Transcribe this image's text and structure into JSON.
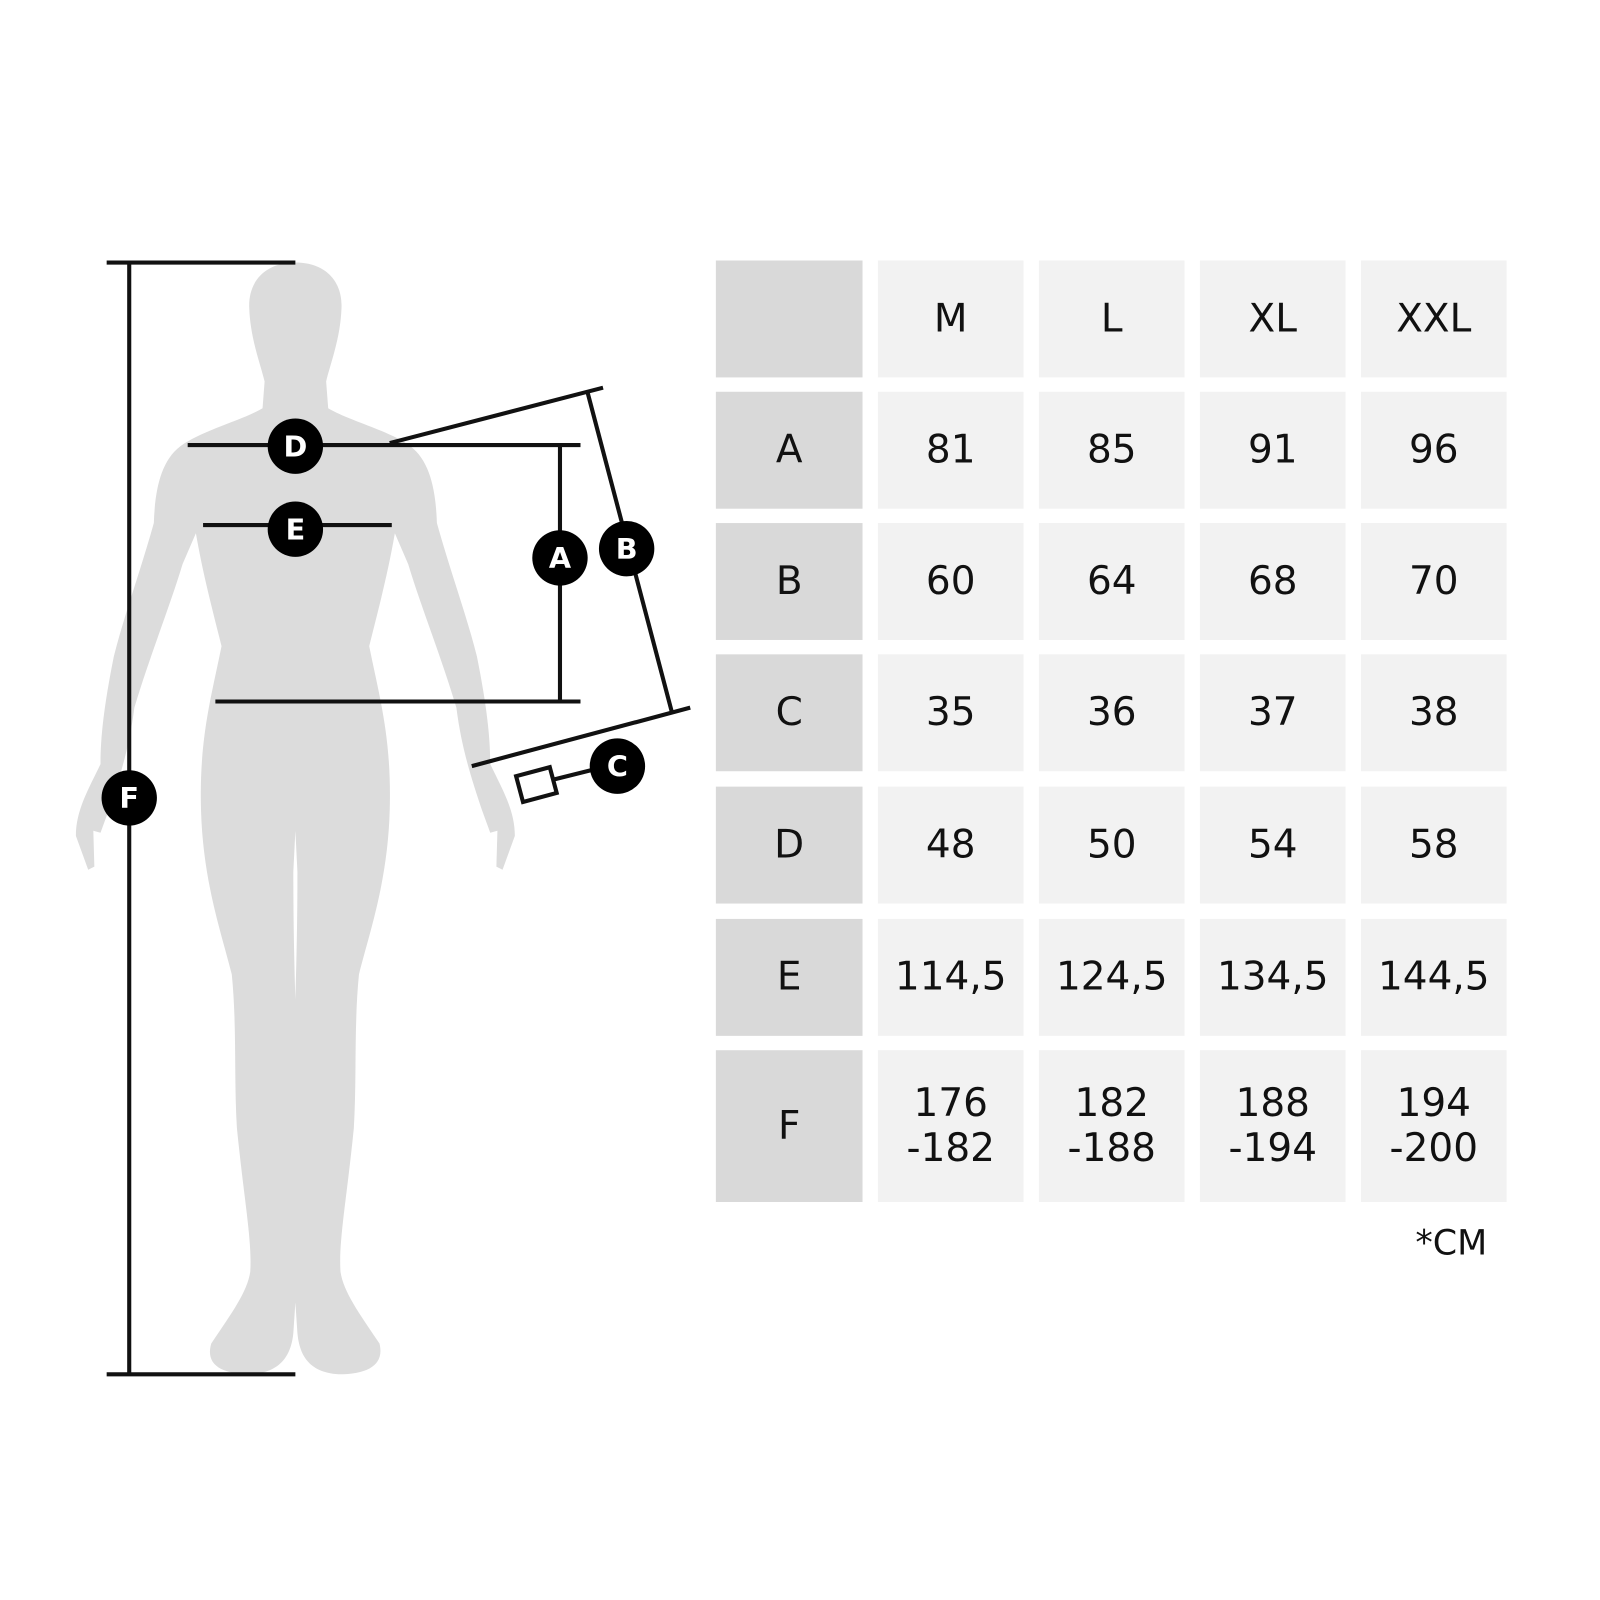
{
  "sizes": [
    "M",
    "L",
    "XL",
    "XXL"
  ],
  "rows": [
    {
      "label": "A",
      "values": [
        "81",
        "85",
        "91",
        "96"
      ]
    },
    {
      "label": "B",
      "values": [
        "60",
        "64",
        "68",
        "70"
      ]
    },
    {
      "label": "C",
      "values": [
        "35",
        "36",
        "37",
        "38"
      ]
    },
    {
      "label": "D",
      "values": [
        "48",
        "50",
        "54",
        "58"
      ]
    },
    {
      "label": "E",
      "values": [
        "114,5",
        "124,5",
        "134,5",
        "144,5"
      ]
    },
    {
      "label": "F",
      "values": [
        "176\n-182",
        "182\n-188",
        "188\n-194",
        "194\n-200"
      ]
    }
  ],
  "unit": "*CM",
  "markers": {
    "A": "A",
    "B": "B",
    "C": "C",
    "D": "D",
    "E": "E",
    "F": "F"
  },
  "colors": {
    "silhouette": "#dcdcdc",
    "label_cell": "#d9d9d9",
    "value_cell": "#f2f2f2",
    "line": "#111111"
  }
}
